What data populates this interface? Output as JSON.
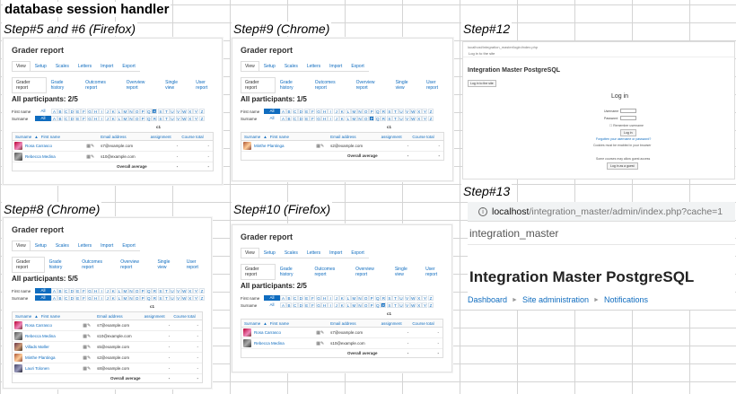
{
  "sheet_title": "database session handler",
  "steps": {
    "s5": "Step#5 and #6 (Firefox)",
    "s9": "Step#9 (Chrome)",
    "s12": "Step#12",
    "s8": "Step#8 (Chrome)",
    "s10": "Step#10 (Firefox)",
    "s13": "Step#13"
  },
  "grader": {
    "title": "Grader report",
    "tabs": [
      "View",
      "Setup",
      "Scales",
      "Letters",
      "Import",
      "Export"
    ],
    "subtabs": [
      "Grader report",
      "Grade history",
      "Outcomes report",
      "Overview report",
      "Single view",
      "User report"
    ],
    "first_name_label": "First name",
    "surname_label": "Surname",
    "all_label": "All",
    "letters": [
      "A",
      "B",
      "C",
      "D",
      "E",
      "F",
      "G",
      "H",
      "I",
      "J",
      "K",
      "L",
      "M",
      "N",
      "O",
      "P",
      "Q",
      "R",
      "S",
      "T",
      "U",
      "V",
      "W",
      "X",
      "Y",
      "Z"
    ],
    "col_surname": "Surname",
    "col_first": "First name",
    "col_email": "Email address",
    "col_assignment": "assignment",
    "col_total": "Course total",
    "category": "c1",
    "overall": "Overall average",
    "dash": "-"
  },
  "panels": {
    "p5": {
      "participants": "All participants: 2/5",
      "rows": [
        {
          "name": "Rosa Carrasco",
          "email": "s7@example.com"
        },
        {
          "name": "Rebecca Medina",
          "email": "s10@example.com"
        }
      ]
    },
    "p9": {
      "participants": "All participants: 1/5",
      "rows": [
        {
          "name": "Minthe Plantinga",
          "email": "s2@example.com"
        }
      ]
    },
    "p8": {
      "participants": "All participants: 5/5",
      "rows": [
        {
          "name": "Rosa Carrasco",
          "email": "s7@example.com"
        },
        {
          "name": "Rebecca Medina",
          "email": "s10@example.com"
        },
        {
          "name": "Villads Møller",
          "email": "s5@example.com"
        },
        {
          "name": "Minthe Plantinga",
          "email": "s2@example.com"
        },
        {
          "name": "Lauri Tolonen",
          "email": "s8@example.com"
        }
      ]
    },
    "p10": {
      "participants": "All participants: 2/5",
      "rows": [
        {
          "name": "Rosa Carrasco",
          "email": "s7@example.com"
        },
        {
          "name": "Rebecca Medina",
          "email": "s10@example.com"
        }
      ]
    }
  },
  "login": {
    "url": "localhost/integration_master/login/index.php",
    "bar": "Log in to the site",
    "site_name": "Integration Master PostgreSQL",
    "back": "Log in to the site",
    "heading": "Log in",
    "username": "Username",
    "password": "Password",
    "remember": "Remember username",
    "login_btn": "Log in",
    "forgotten": "Forgotten your username or password?",
    "cookies": "Cookies must be enabled in your browser",
    "guest_note": "Some courses may allow guest access",
    "guest_btn": "Log in as a guest"
  },
  "admin": {
    "url_host": "localhost",
    "url_path": "/integration_master/admin/index.php?cache=1",
    "navbar": "integration_master",
    "title": "Integration Master PostgreSQL",
    "crumbs": [
      "Dashboard",
      "Site administration",
      "Notifications"
    ]
  }
}
